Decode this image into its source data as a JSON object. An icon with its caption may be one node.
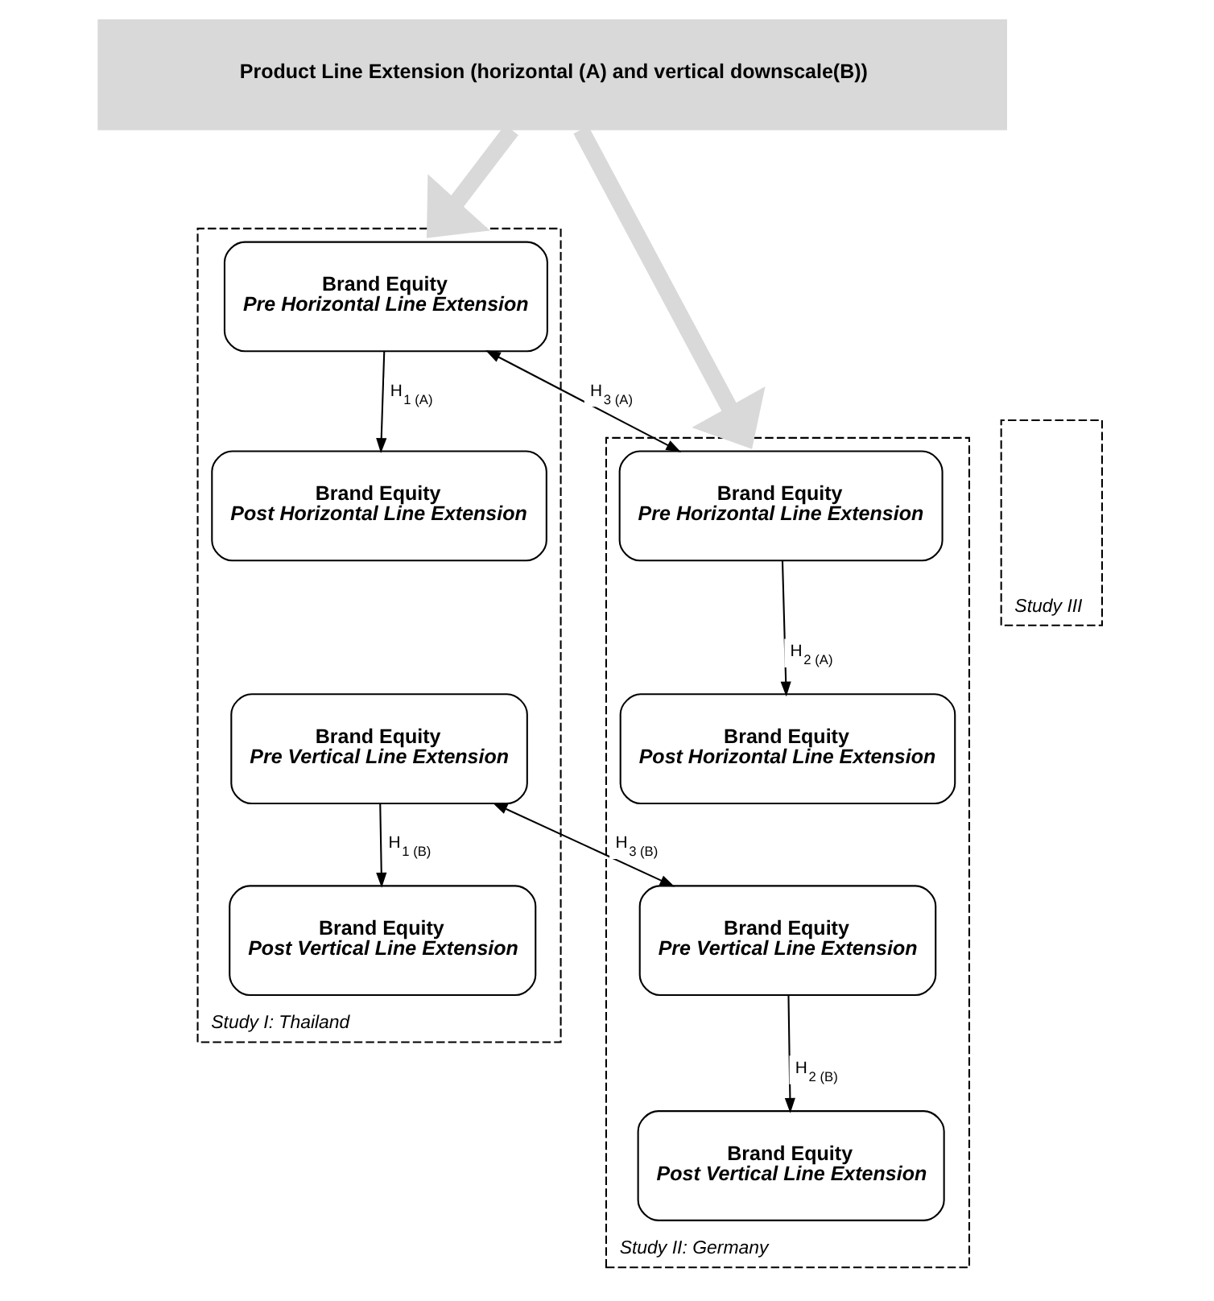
{
  "diagram": {
    "nodes": [
      {
        "text": [
          "Product Line Extension (horizontal (A) and vertical downscale(B))"
        ]
      },
      {
        "text": [
          "Study I: Thailand"
        ]
      },
      {
        "text": [
          "Brand Equity",
          "Pre Horizontal Line Extension"
        ],
        "in": 1
      },
      {
        "text": [
          "Brand Equity",
          "Post Horizontal Line Extension"
        ],
        "in": 1
      },
      {
        "text": [
          "Brand Equity",
          "Pre Vertical Line Extension"
        ],
        "in": 1
      },
      {
        "text": [
          "Brand Equity",
          "Post Vertical Line Extension"
        ],
        "in": 1
      },
      {
        "text": [
          "Study III"
        ]
      },
      {
        "text": [
          "Study II: Germany"
        ]
      },
      {
        "text": [
          "Brand Equity",
          "Pre Horizontal Line Extension"
        ],
        "in": 7
      },
      {
        "text": [
          "Brand Equity",
          "Post Horizontal Line Extension"
        ],
        "in": 7
      },
      {
        "text": [
          "Brand Equity",
          "Pre Vertical Line Extension"
        ],
        "in": 7
      },
      {
        "text": [
          "Brand Equity",
          "Post Vertical Line Extension"
        ],
        "in": 7
      }
    ],
    "edges": [
      {
        "from": 0,
        "to": 1,
        "arrow": "to",
        "style": "thick",
        "color": "#d9d9d9"
      },
      {
        "from": 0,
        "to": 7,
        "arrow": "to",
        "style": "thick",
        "color": "#d9d9d9"
      },
      {
        "from": 2,
        "to": 3,
        "arrow": "to",
        "label": "H$_{1 (A)}$"
      },
      {
        "from": 8,
        "to": 9,
        "arrow": "to",
        "label": "H$_{2 (A)}$"
      },
      {
        "from": 2,
        "to": 8,
        "arrow": "both",
        "label": "H$_{3 (A)}$"
      },
      {
        "from": 4,
        "to": 5,
        "arrow": "to",
        "label": "H$_{1 (B)}$"
      },
      {
        "from": 10,
        "to": 11,
        "arrow": "to",
        "label": "H$_{2 (B)}$"
      },
      {
        "from": 4,
        "to": 10,
        "arrow": "both",
        "label": "H$_{3 (B)}$"
      }
    ]
  }
}
